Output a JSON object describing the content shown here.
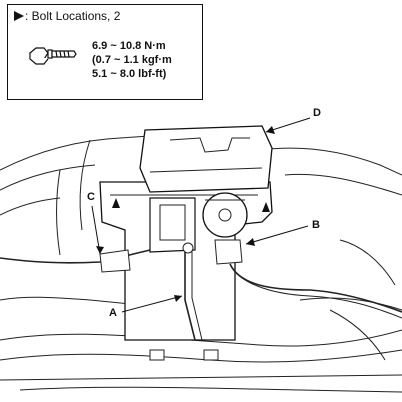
{
  "legend": {
    "title": ": Bolt Locations, 2",
    "torque": [
      "6.9 ~ 10.8 N·m",
      "(0.7 ~ 1.1 kgf·m",
      "5.1 ~ 8.0 lbf-ft)"
    ],
    "icon": "bolt-icon"
  },
  "callouts": {
    "a": "A",
    "b": "B",
    "c": "C",
    "d": "D"
  }
}
